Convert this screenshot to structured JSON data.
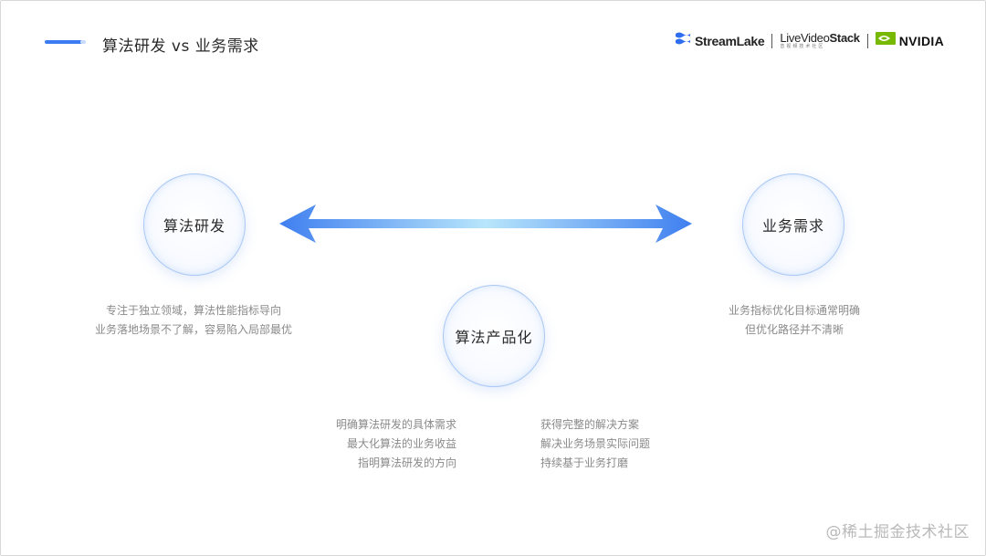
{
  "header": {
    "title": "算法研发 vs 业务需求"
  },
  "logos": {
    "streamlake": "StreamLake",
    "livevideostack_main_light": "LiveVideo",
    "livevideostack_main_bold": "Stack",
    "livevideostack_sub": "音视频技术社区",
    "nvidia": "NVIDIA"
  },
  "nodes": {
    "left": {
      "label": "算法研发",
      "desc": [
        "专注于独立领域，算法性能指标导向",
        "业务落地场景不了解，容易陷入局部最优"
      ]
    },
    "right": {
      "label": "业务需求",
      "desc": [
        "业务指标优化目标通常明确",
        "但优化路径并不清晰"
      ]
    },
    "center": {
      "label": "算法产品化",
      "desc_left": [
        "明确算法研发的具体需求",
        "最大化算法的业务收益",
        "指明算法研发的方向"
      ],
      "desc_right": [
        "获得完整的解决方案",
        "解决业务场景实际问题",
        "持续基于业务打磨"
      ]
    }
  },
  "watermark": "@稀土掘金技术社区",
  "colors": {
    "accent": "#3b7cf2",
    "arrow_end": "#3f7ff0",
    "arrow_mid": "#b8e6fb",
    "circle_border": "#a9c8f5",
    "text_muted": "#8a8a8a"
  },
  "icons": [
    "streamlake-logo-icon",
    "livevideostack-logo-icon",
    "nvidia-eye-icon",
    "double-arrow-icon"
  ]
}
